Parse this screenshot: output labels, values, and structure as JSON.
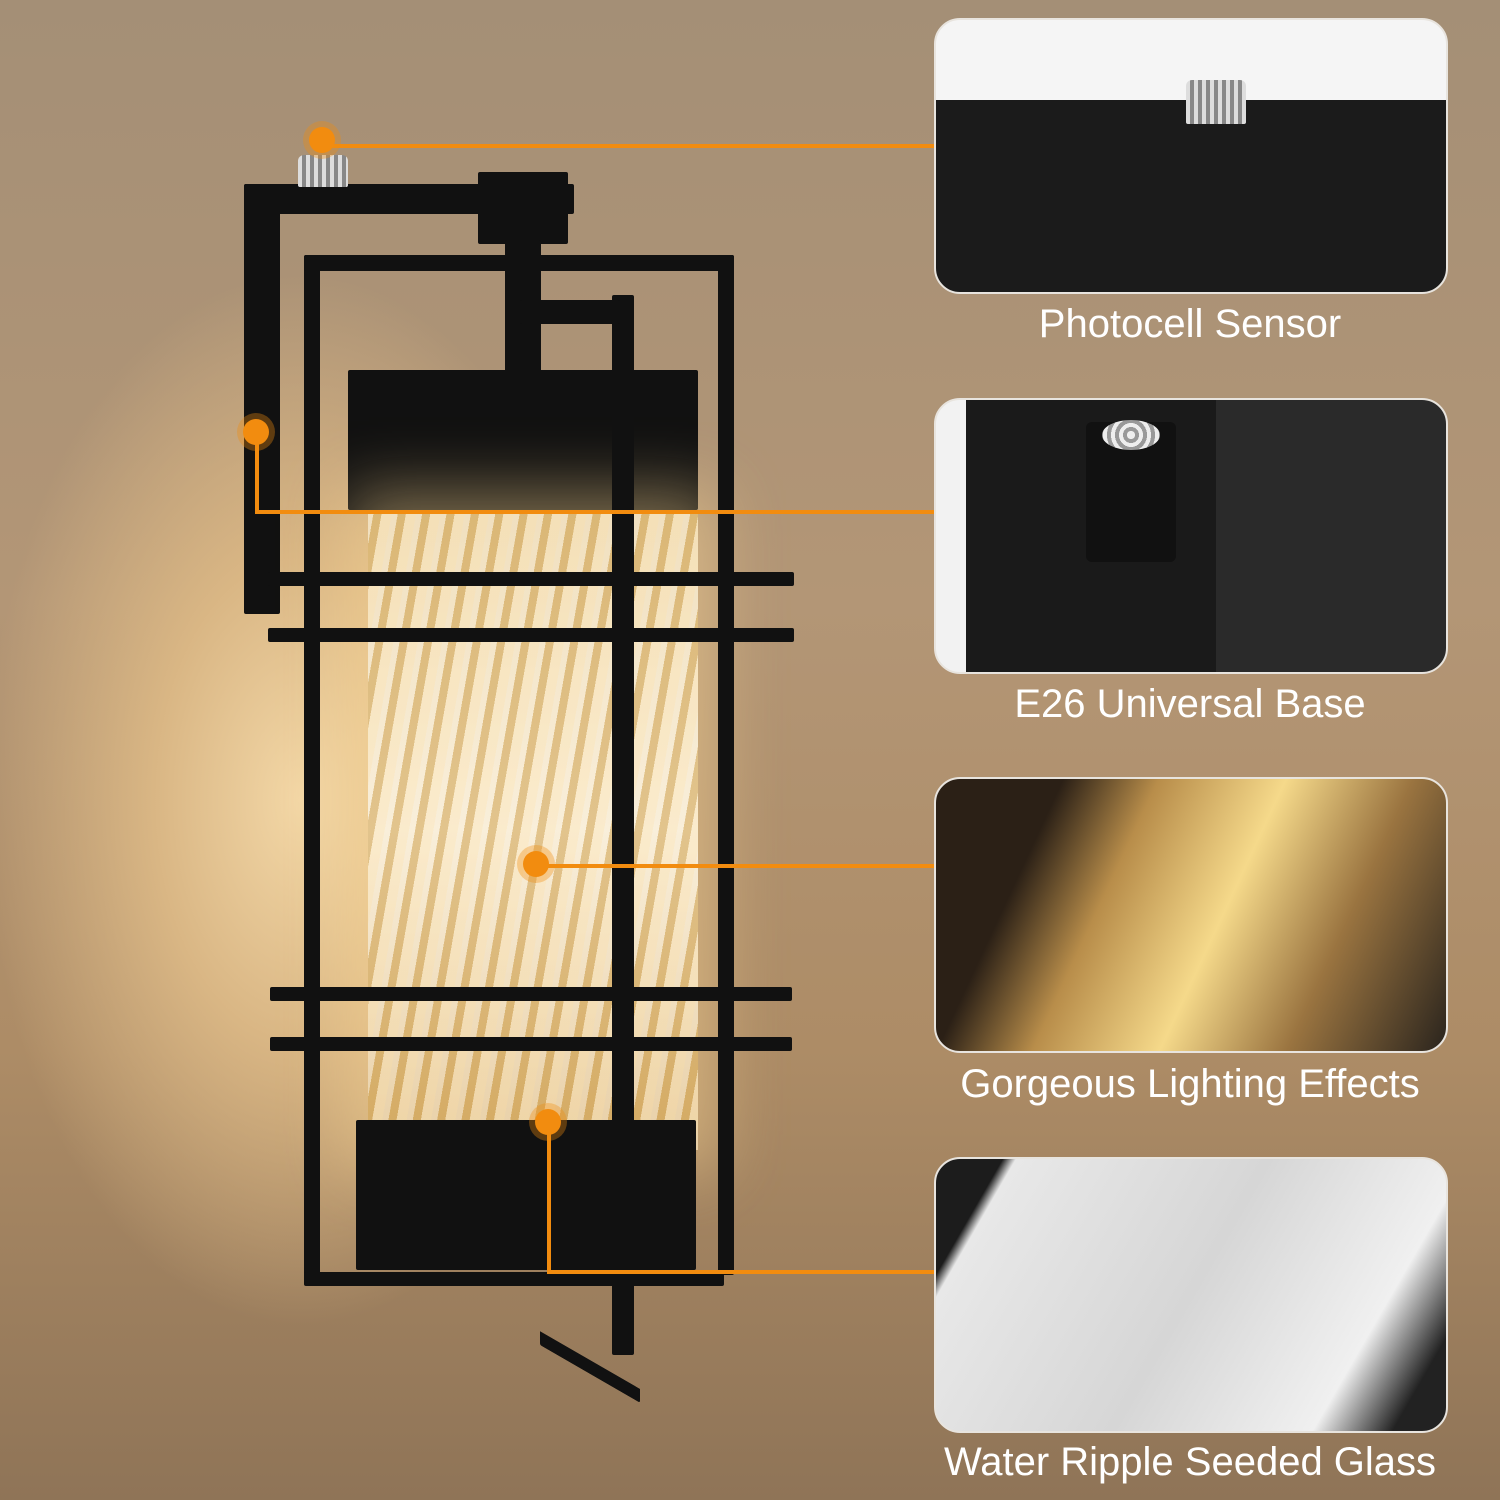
{
  "features": [
    {
      "label": "Photocell Sensor",
      "icon": "photocell-sensor-photo"
    },
    {
      "label": "E26 Universal Base",
      "icon": "e26-socket-photo"
    },
    {
      "label": "Gorgeous Lighting Effects",
      "icon": "glowing-glass-photo"
    },
    {
      "label": "Water Ripple Seeded Glass",
      "icon": "seeded-glass-photo"
    }
  ],
  "colors": {
    "accent": "#f28c0f",
    "fixture": "#111111",
    "background": "#a8906f"
  }
}
